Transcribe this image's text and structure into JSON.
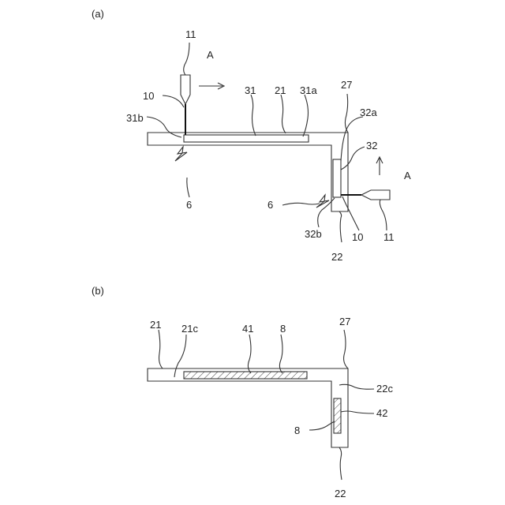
{
  "panels": {
    "a": {
      "label": "(a)"
    },
    "b": {
      "label": "(b)"
    }
  },
  "labels_a": {
    "n11_top": "11",
    "arrow_a_top": "A",
    "n10_top": "10",
    "n31": "31",
    "n21": "21",
    "n31a": "31a",
    "n27": "27",
    "n31b": "31b",
    "n32a": "32a",
    "n32": "32",
    "arrow_a_right": "A",
    "n6_left": "6",
    "n6_right": "6",
    "n32b": "32b",
    "n22": "22",
    "n10_bottom": "10",
    "n11_bottom": "11"
  },
  "labels_b": {
    "n21": "21",
    "n21c": "21c",
    "n41": "41",
    "n8_top": "8",
    "n27": "27",
    "n22c": "22c",
    "n42": "42",
    "n8_left": "8",
    "n22": "22"
  }
}
